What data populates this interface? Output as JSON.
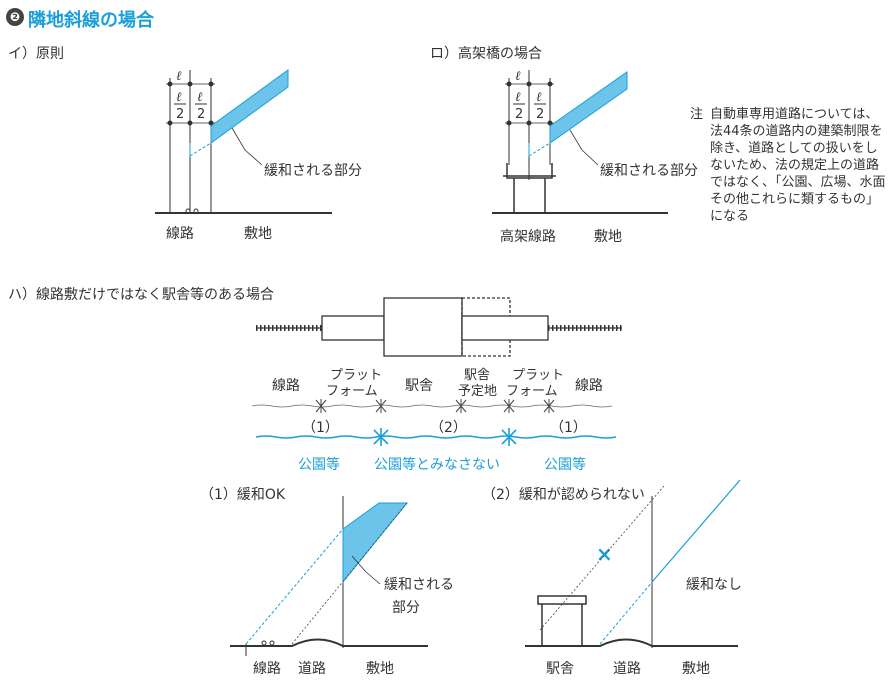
{
  "section": {
    "number": "❷",
    "title": "隣地斜線の場合"
  },
  "part_a": {
    "title": "イ）原則",
    "ell": "ℓ",
    "two": "2",
    "relief": "緩和される部分",
    "rail": "線路",
    "site": "敷地"
  },
  "part_b": {
    "title": "ロ）高架橋の場合",
    "ell": "ℓ",
    "two": "2",
    "relief": "緩和される部分",
    "rail": "高架線路",
    "site": "敷地"
  },
  "note": {
    "mark": "注",
    "text": "自動車専用道路については、法44条の道路内の建築制限を除き、道路としての扱いをしないため、法の規定上の道路ではなく、「公園、広場、水面その他これらに類するもの」になる"
  },
  "part_c": {
    "title": "ハ）線路敷だけではなく駅舎等のある場合",
    "labels": {
      "rail_left": "線路",
      "platform_left_1": "プラット",
      "platform_left_2": "フォーム",
      "station": "駅舎",
      "planned_1": "駅舎",
      "planned_2": "予定地",
      "platform_right_1": "プラット",
      "platform_right_2": "フォーム",
      "rail_right": "線路",
      "z1": "（1）",
      "z2": "（2）",
      "z3": "（1）",
      "park_left": "公園等",
      "park_mid": "公園等とみなさない",
      "park_right": "公園等"
    }
  },
  "case1": {
    "title": "（1）緩和OK",
    "relief_1": "緩和される",
    "relief_2": "部分",
    "rail": "線路",
    "road": "道路",
    "site": "敷地"
  },
  "case2": {
    "title": "（2）緩和が認められない",
    "cross": "×",
    "none": "緩和なし",
    "station": "駅舎",
    "road": "道路",
    "site": "敷地"
  },
  "colors": {
    "accent": "#1a9fd9",
    "fill": "#6cc4ea",
    "line": "#333333"
  }
}
